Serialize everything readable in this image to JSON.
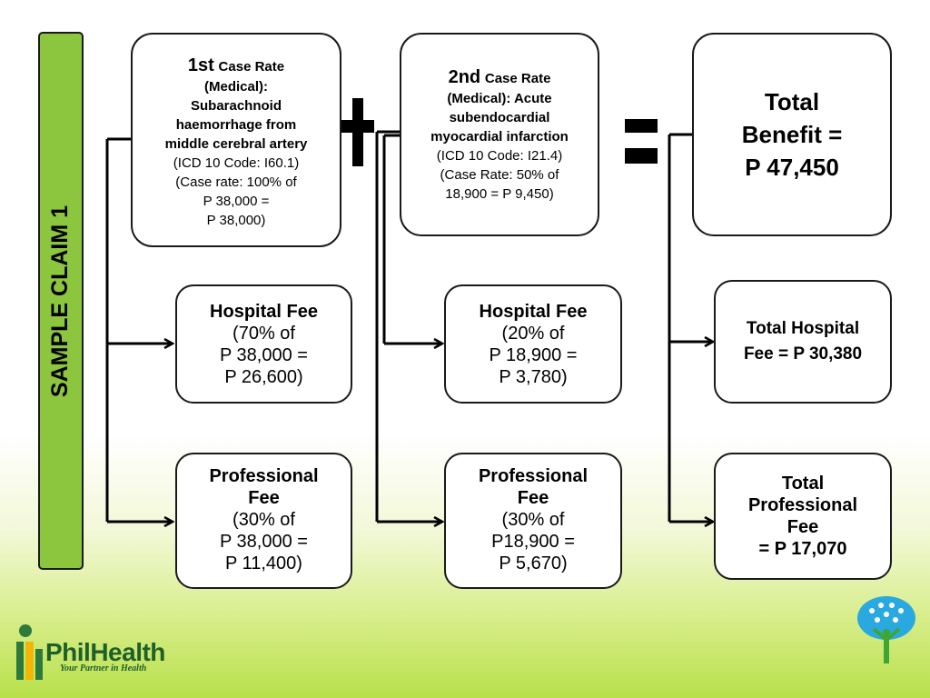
{
  "claim_label": "SAMPLE CLAIM 1",
  "operators": {
    "plus": "+",
    "equals": "="
  },
  "first_case": {
    "ordinal": "1st",
    "title": "Case Rate",
    "lines_bold": [
      "(Medical):",
      "Subarachnoid",
      "haemorrhage from",
      "middle cerebral artery"
    ],
    "lines_regular": [
      "(ICD 10 Code: I60.1)",
      "(Case rate:  100% of",
      "P 38,000 =",
      "P 38,000)"
    ]
  },
  "second_case": {
    "ordinal": "2nd",
    "title": "Case Rate",
    "lines_bold": [
      "(Medical): Acute",
      "subendocardial",
      "myocardial infarction"
    ],
    "lines_regular": [
      "(ICD 10 Code: I21.4)",
      "(Case Rate:  50% of",
      "18,900 = P 9,450)"
    ]
  },
  "total_benefit": {
    "lines": [
      "Total",
      "Benefit =",
      "P 47,450"
    ]
  },
  "hospital_fee_1": {
    "title": "Hospital Fee",
    "lines": [
      "(70% of",
      "P 38,000 =",
      "P 26,600)"
    ]
  },
  "hospital_fee_2": {
    "title": "Hospital Fee",
    "lines": [
      "(20% of",
      "P 18,900 =",
      "P 3,780)"
    ]
  },
  "total_hospital_fee": {
    "lines": [
      "Total Hospital",
      "Fee = P 30,380"
    ]
  },
  "professional_fee_1": {
    "title_lines": [
      "Professional",
      "Fee"
    ],
    "lines": [
      "(30% of",
      "P 38,000 =",
      "P 11,400)"
    ]
  },
  "professional_fee_2": {
    "title_lines": [
      "Professional",
      "Fee"
    ],
    "lines": [
      "(30% of",
      "P18,900 =",
      "P 5,670)"
    ]
  },
  "total_professional_fee": {
    "lines": [
      "Total",
      "Professional",
      "Fee",
      "= P 17,070"
    ]
  },
  "logo": {
    "name": "PhilHealth",
    "tagline": "Your Partner in Health"
  },
  "colors": {
    "label_green": "#8cc63f",
    "border": "#1a1a1a",
    "logo_green": "#1e5f2a"
  }
}
